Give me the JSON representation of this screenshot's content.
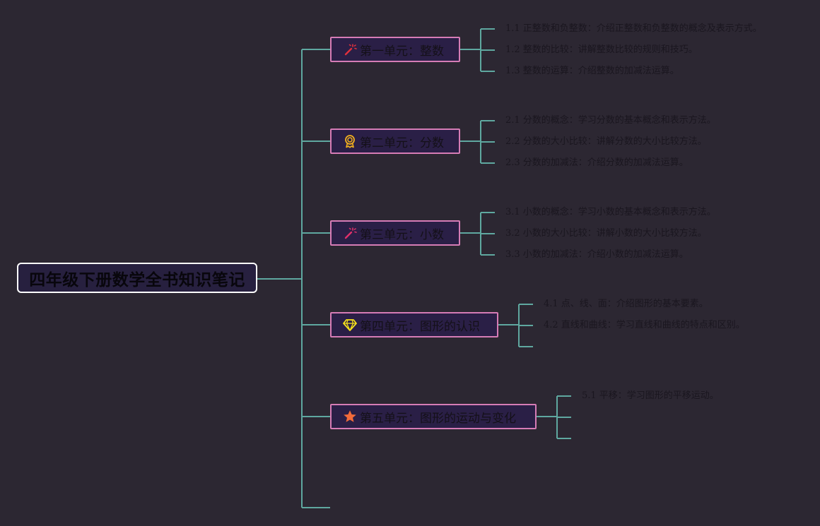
{
  "mindmap": {
    "root": {
      "label": "四年级下册数学全书知识笔记"
    },
    "units": [
      {
        "label": "第一单元：整数",
        "icon": "magic-wand-icon",
        "icon_color": "#e0303c",
        "items": [
          "1.1 正整数和负整数：介绍正整数和负整数的概念及表示方式。",
          "1.2 整数的比较：讲解整数比较的规则和技巧。",
          "1.3 整数的运算：介绍整数的加减法运算。"
        ]
      },
      {
        "label": "第二单元：分数",
        "icon": "award-medal-icon",
        "icon_color": "#f2b01e",
        "items": [
          "2.1 分数的概念：学习分数的基本概念和表示方法。",
          "2.2 分数的大小比较：讲解分数的大小比较方法。",
          "2.3 分数的加减法：介绍分数的加减法运算。"
        ]
      },
      {
        "label": "第三单元：小数",
        "icon": "magic-wand-icon",
        "icon_color": "#e0306a",
        "items": [
          "3.1 小数的概念：学习小数的基本概念和表示方法。",
          "3.2 小数的大小比较：讲解小数的大小比较方法。",
          "3.3 小数的加减法：介绍小数的加减法运算。"
        ]
      },
      {
        "label": "第四单元：图形的认识",
        "icon": "diamond-icon",
        "icon_color": "#f6e21c",
        "items": [
          "4.1 点、线、面：介绍图形的基本要素。",
          "4.2 直线和曲线：学习直线和曲线的特点和区别。"
        ]
      },
      {
        "label": "第五单元：图形的运动与变化",
        "icon": "star-icon",
        "icon_color": "#f26b3a",
        "items": [
          "5.1 平移：学习图形的平移运动。"
        ]
      }
    ],
    "colors": {
      "background": "#2c2732",
      "connector": "#5fa8a0",
      "unit_border": "#d67cb6",
      "unit_fill": "#2a1f46",
      "root_border": "#ffffff"
    }
  }
}
